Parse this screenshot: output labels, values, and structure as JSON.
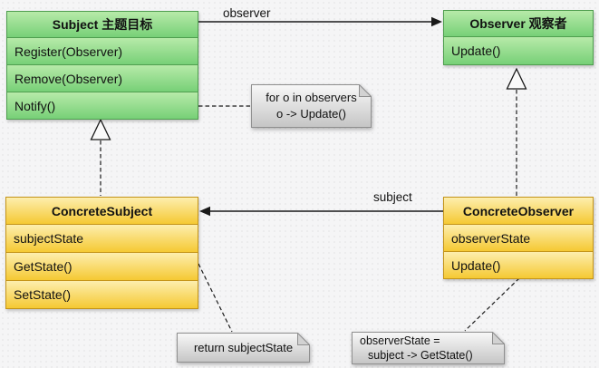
{
  "colors": {
    "class_green_light": "#b7eaa9",
    "class_green_dark": "#77d077",
    "class_green_border": "#4f9e4f",
    "class_yellow_light": "#fdeeae",
    "class_yellow_dark": "#f5c933",
    "class_yellow_border": "#c49419",
    "note_border": "#8f8f8f",
    "line_color": "#1a1a1a"
  },
  "classes": {
    "subject": {
      "title": "Subject 主题目标",
      "members": [
        "Register(Observer)",
        "Remove(Observer)",
        "Notify()"
      ]
    },
    "observer": {
      "title": "Observer 观察者",
      "members": [
        "Update()"
      ]
    },
    "concrete_subject": {
      "title": "ConcreteSubject",
      "members": [
        "subjectState",
        "GetState()",
        "SetState()"
      ]
    },
    "concrete_observer": {
      "title": "ConcreteObserver",
      "members": [
        "observerState",
        "Update()"
      ]
    }
  },
  "edges": {
    "observer_label": "observer",
    "subject_label": "subject"
  },
  "notes": {
    "notify_note": {
      "line1": "for o in observers",
      "line2": "o -> Update()"
    },
    "getstate_note": {
      "line1": "return subjectState"
    },
    "update_note": {
      "line1": "observerState =",
      "line2": "subject -> GetState()"
    }
  }
}
